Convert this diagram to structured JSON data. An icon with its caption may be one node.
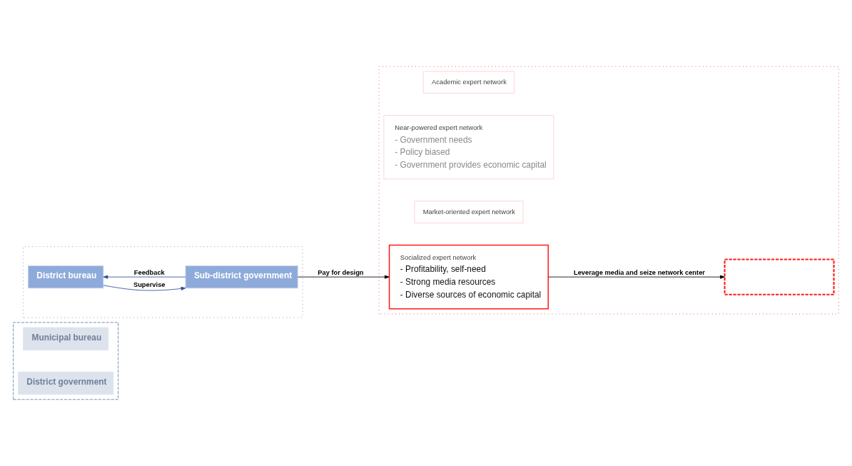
{
  "diagram": {
    "nodes": [
      {
        "text": [],
        "shape": "box"
      },
      {
        "text": [
          "Municipal bureau"
        ],
        "in": 0
      },
      {
        "text": [
          "District government"
        ],
        "in": 0
      },
      {
        "text": [],
        "shape": "box"
      },
      {
        "text": [
          "District bureau"
        ],
        "in": 3
      },
      {
        "text": [
          "Sub-district government"
        ],
        "in": 3
      },
      {
        "text": [],
        "shape": "box"
      },
      {
        "text": [
          "Academic expert network"
        ],
        "in": 6
      },
      {
        "text": [],
        "shape": "box",
        "in": 6
      },
      {
        "text": [
          "Near-powered expert network",
          "- Government needs",
          "- Policy biased",
          "- Government provides economic capital"
        ],
        "in": 6
      },
      {
        "text": [
          "Market-oriented expert network"
        ],
        "in": 6
      },
      {
        "text": [
          "Socialized expert network",
          "- Profitability, self-need",
          "- Strong media resources",
          "- Diverse sources of economic capital"
        ],
        "in": 6
      }
    ],
    "edges": [
      {
        "from": 5,
        "to": 4,
        "arrow": "to",
        "label": "Feedback",
        "color": "#2f4f8f"
      },
      {
        "from": 4,
        "to": 5,
        "arrow": "to",
        "label": "Supervise",
        "color": "#2f4f8f"
      },
      {
        "from": 5,
        "to": 11,
        "arrow": "to",
        "label": "Pay for design",
        "color": "#000000"
      },
      {
        "from": 11,
        "to": 8,
        "arrow": "to",
        "label": "Leverage media and seize network center",
        "color": "#000000"
      }
    ]
  }
}
